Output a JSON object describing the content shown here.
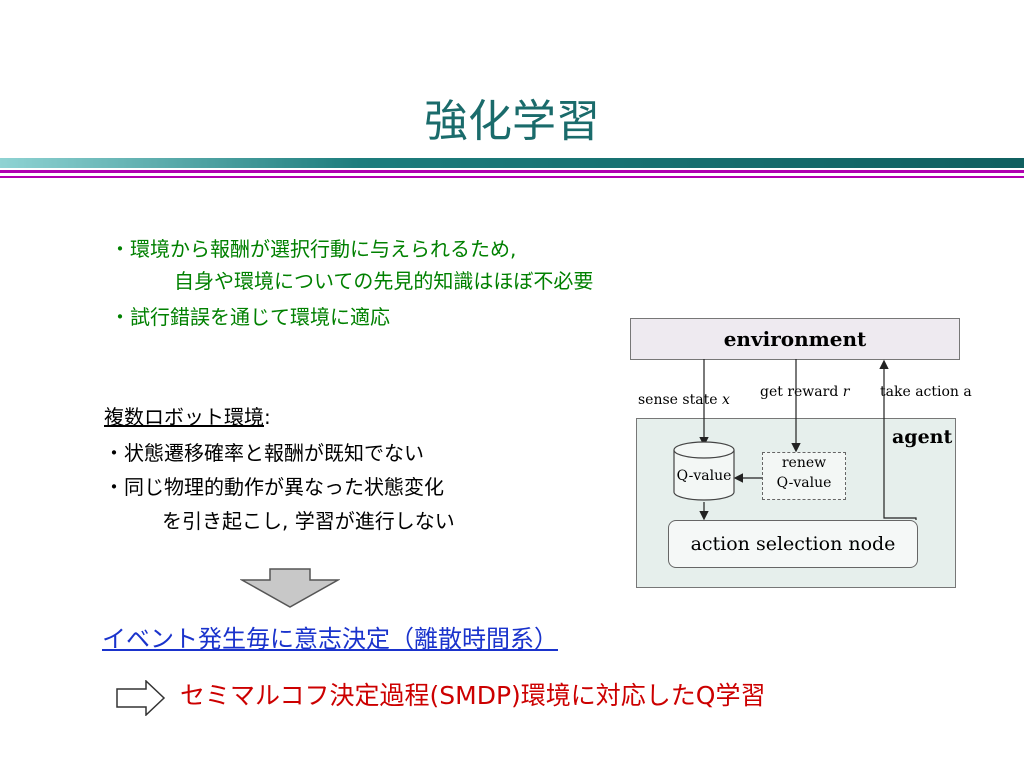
{
  "title": "強化学習",
  "bullets_top": [
    "・環境から報酬が選択行動に与えられるため,",
    "自身や環境についての先見的知識はほぼ不必要",
    "・試行錯誤を通じて環境に適応"
  ],
  "multi_robot": {
    "heading": "複数ロボット環境",
    "colon": ":",
    "items": [
      "・状態遷移確率と報酬が既知でない",
      "・同じ物理的動作が異なった状態変化",
      "を引き起こし, 学習が進行しない"
    ]
  },
  "diagram": {
    "environment": "environment",
    "agent": "agent",
    "sense_state": "sense state",
    "sense_var": "x",
    "get_reward": "get reward",
    "reward_var": "r",
    "take_action": "take action a",
    "qvalue": "Q-value",
    "renew_line1": "renew",
    "renew_line2": "Q-value",
    "action_node": "action selection node"
  },
  "event_link": "イベント発生毎に意志決定（離散時間系）",
  "conclusion": "セミマルコフ決定過程(SMDP)環境に対応したQ学習",
  "colors": {
    "title": "#1a6b6b",
    "green_text": "#008000",
    "link": "#1a33cc",
    "conclusion": "#cc0000"
  }
}
